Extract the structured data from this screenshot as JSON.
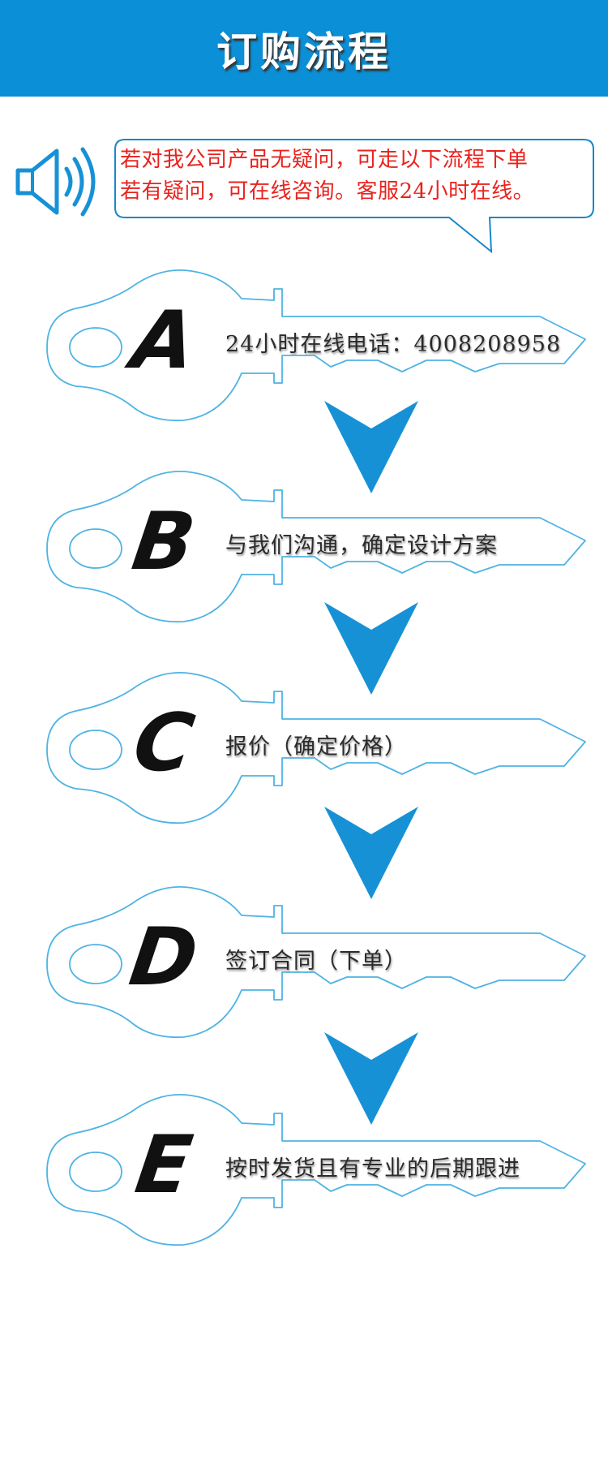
{
  "header": {
    "title": "订购流程"
  },
  "notice": {
    "line1": "若对我公司产品无疑问，可走以下流程下单",
    "line2": "若有疑问，可在线咨询。客服24小时在线。"
  },
  "steps": [
    {
      "letter": "A",
      "text": "24小时在线电话：4008208958"
    },
    {
      "letter": "B",
      "text": "与我们沟通，确定设计方案"
    },
    {
      "letter": "C",
      "text": "报价（确定价格）"
    },
    {
      "letter": "D",
      "text": "签订合同（下单）"
    },
    {
      "letter": "E",
      "text": "按时发货且有专业的后期跟进"
    }
  ],
  "colors": {
    "brand_blue": "#0b8fd6",
    "notice_red": "#e8231e",
    "key_outline": "#4fb3e3"
  },
  "icons": {
    "speaker": "speaker-icon",
    "arrow": "down-arrow-icon"
  }
}
